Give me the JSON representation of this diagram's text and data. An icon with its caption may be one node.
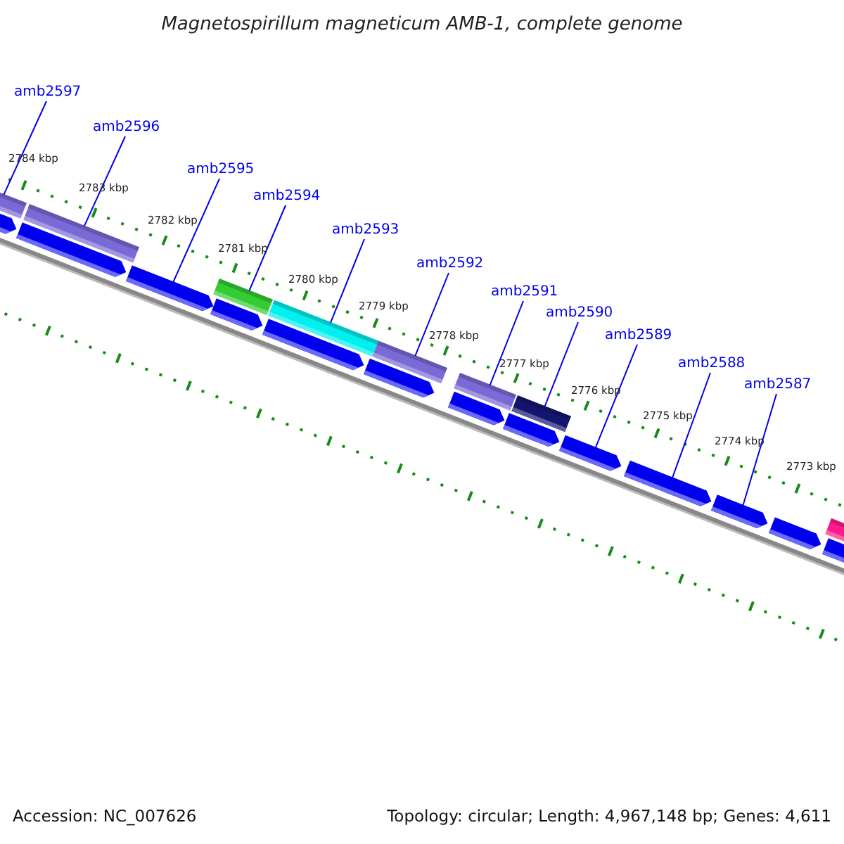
{
  "diagram": {
    "title": "Magnetospirillum magneticum AMB-1, complete genome",
    "nodes": [
      {
        "text": [
          "amb2597"
        ]
      },
      {
        "text": [
          "amb2596"
        ]
      },
      {
        "text": [
          "amb2595"
        ]
      },
      {
        "text": [
          "amb2594"
        ]
      },
      {
        "text": [
          "amb2593"
        ]
      },
      {
        "text": [
          "amb2592"
        ]
      },
      {
        "text": [
          "amb2591"
        ]
      },
      {
        "text": [
          "amb2590"
        ]
      },
      {
        "text": [
          "amb2589"
        ]
      },
      {
        "text": [
          "amb2588"
        ]
      },
      {
        "text": [
          "amb2587"
        ]
      },
      {
        "text": [],
        "shape": "bar"
      },
      {
        "text": [],
        "shape": "bar"
      },
      {
        "text": [],
        "shape": "bar"
      },
      {
        "text": [],
        "shape": "bar"
      },
      {
        "text": [],
        "shape": "bar"
      },
      {
        "text": [],
        "shape": "bar"
      },
      {
        "text": [],
        "shape": "bar"
      },
      {
        "text": [],
        "shape": "bar"
      },
      {
        "text": [],
        "shape": "arrow"
      },
      {
        "text": [],
        "shape": "arrow"
      },
      {
        "text": [],
        "shape": "arrow"
      },
      {
        "text": [],
        "shape": "arrow"
      },
      {
        "text": [],
        "shape": "arrow"
      },
      {
        "text": [],
        "shape": "arrow"
      },
      {
        "text": [],
        "shape": "arrow"
      },
      {
        "text": [],
        "shape": "arrow"
      },
      {
        "text": [],
        "shape": "arrow"
      },
      {
        "text": [],
        "shape": "arrow"
      },
      {
        "text": [],
        "shape": "arrow"
      },
      {
        "text": [],
        "shape": "arrow"
      },
      {
        "text": [],
        "shape": "arrow"
      }
    ],
    "edges": [
      {
        "from": 0,
        "to": 11,
        "arrow": "none"
      },
      {
        "from": 1,
        "to": 12,
        "arrow": "none"
      },
      {
        "from": 2,
        "to": 21,
        "arrow": "none"
      },
      {
        "from": 3,
        "to": 13,
        "arrow": "none"
      },
      {
        "from": 4,
        "to": 14,
        "arrow": "none"
      },
      {
        "from": 5,
        "to": 15,
        "arrow": "none"
      },
      {
        "from": 6,
        "to": 16,
        "arrow": "none"
      },
      {
        "from": 7,
        "to": 17,
        "arrow": "none"
      },
      {
        "from": 8,
        "to": 27,
        "arrow": "none"
      },
      {
        "from": 9,
        "to": 28,
        "arrow": "none"
      },
      {
        "from": 10,
        "to": 29,
        "arrow": "none"
      }
    ],
    "labels": [
      "2784 kbp",
      "2783 kbp",
      "2782 kbp",
      "2781 kbp",
      "2780 kbp",
      "2779 kbp",
      "2778 kbp",
      "2777 kbp",
      "2776 kbp",
      "2775 kbp",
      "2774 kbp",
      "2773 kbp",
      "Accession: NC_007626",
      "Topology: circular; Length: 4,967,148 bp; Genes: 4,611"
    ]
  }
}
